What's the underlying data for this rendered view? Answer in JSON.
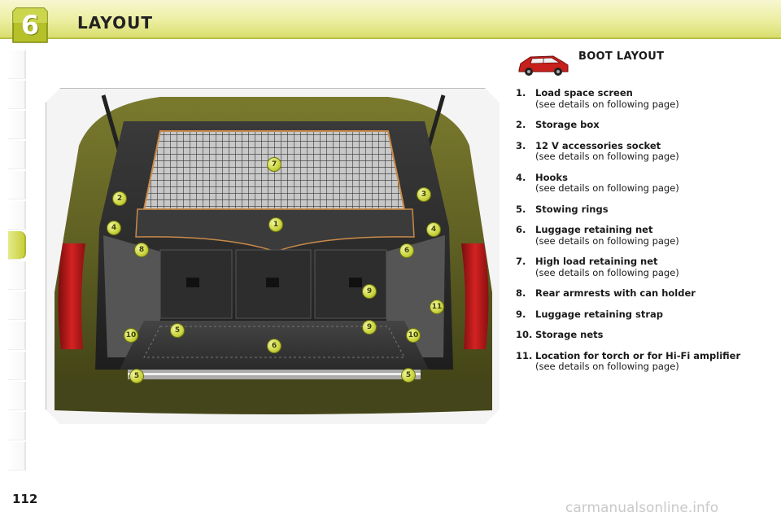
{
  "header": {
    "chapter_number": "6",
    "title": "LAYOUT",
    "accent_color": "#c9d33a"
  },
  "legend": {
    "title": "BOOT LAYOUT",
    "items": [
      {
        "num": "1.",
        "label": "Load space screen",
        "sub": "(see details on following page)"
      },
      {
        "num": "2.",
        "label": "Storage box",
        "sub": ""
      },
      {
        "num": "3.",
        "label": "12 V accessories socket",
        "sub": "(see details on following page)"
      },
      {
        "num": "4.",
        "label": "Hooks",
        "sub": "(see details on following page)"
      },
      {
        "num": "5.",
        "label": "Stowing rings",
        "sub": ""
      },
      {
        "num": "6.",
        "label": "Luggage retaining net",
        "sub": "(see details on following page)"
      },
      {
        "num": "7.",
        "label": "High load retaining net",
        "sub": "(see details on following page)"
      },
      {
        "num": "8.",
        "label": "Rear armrests with can holder",
        "sub": ""
      },
      {
        "num": "9.",
        "label": "Luggage retaining strap",
        "sub": ""
      },
      {
        "num": "10.",
        "label": "Storage nets",
        "sub": ""
      },
      {
        "num": "11.",
        "label": "Location for torch or for Hi-Fi amplifier",
        "sub": "(see details on following page)"
      }
    ]
  },
  "photo": {
    "callouts": [
      "1",
      "2",
      "3",
      "4",
      "4",
      "5",
      "5",
      "5",
      "6",
      "6",
      "7",
      "8",
      "9",
      "9",
      "10",
      "10",
      "11"
    ]
  },
  "page_number": "112",
  "watermark": "carmanualsonline.info"
}
